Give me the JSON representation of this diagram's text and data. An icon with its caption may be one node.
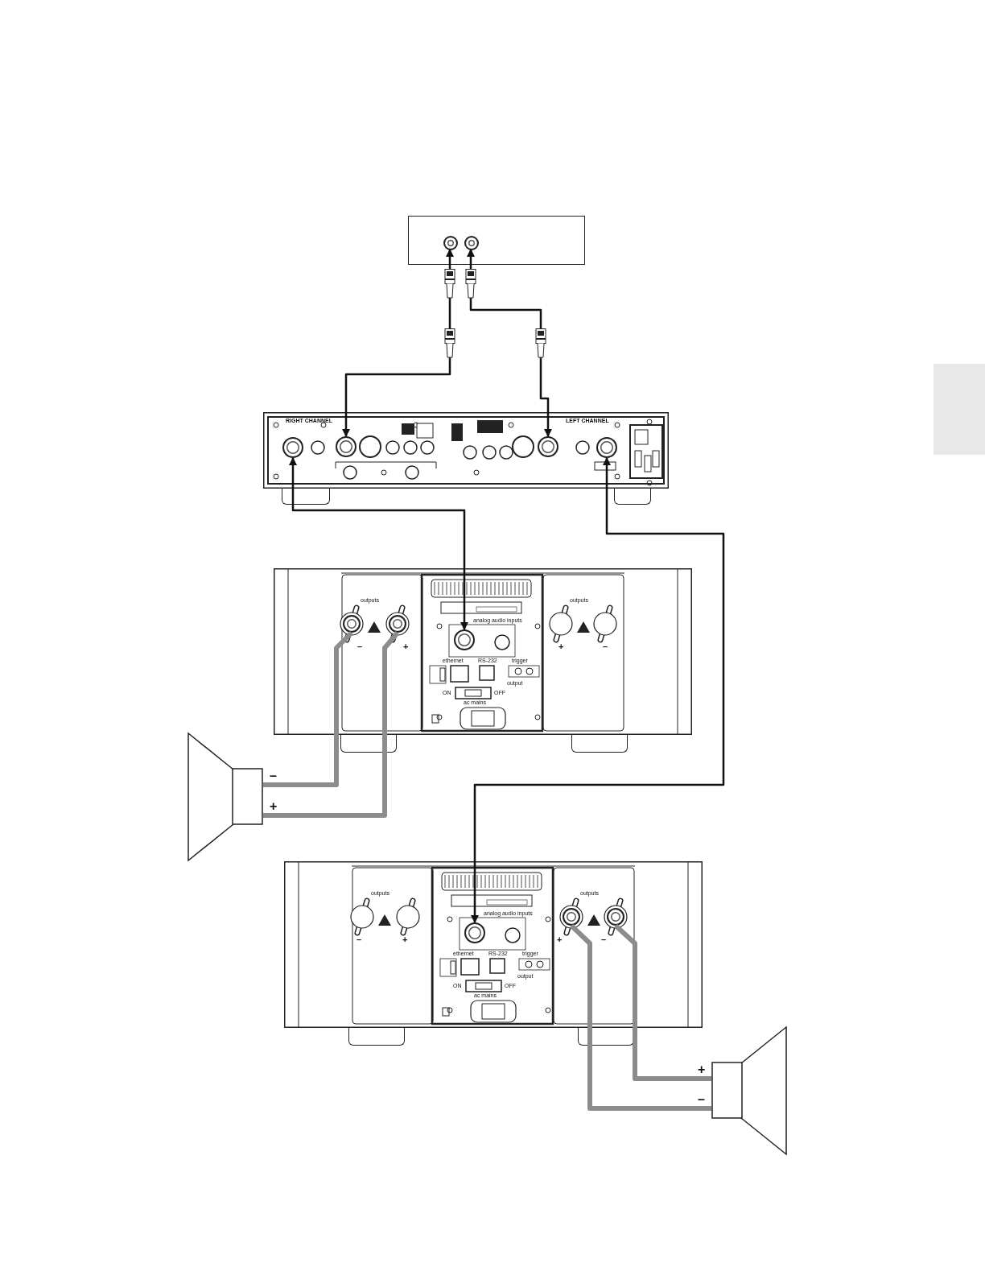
{
  "diagram": {
    "nodes": [
      {
        "text": [],
        "shape": "box"
      },
      {
        "text": [],
        "shape": "circle",
        "in": 0
      },
      {
        "text": [],
        "shape": "circle",
        "in": 0
      },
      {
        "text": [],
        "shape": "picture"
      },
      {
        "text": [],
        "shape": "circle",
        "in": 3
      },
      {
        "text": [],
        "shape": "circle",
        "in": 3
      },
      {
        "text": [],
        "shape": "circle",
        "in": 3
      },
      {
        "text": [],
        "shape": "circle",
        "in": 3
      },
      {
        "text": [],
        "shape": "picture"
      },
      {
        "text": [],
        "shape": "circle",
        "in": 8
      },
      {
        "text": [],
        "shape": "circle",
        "in": 8
      },
      {
        "text": [],
        "shape": "circle",
        "in": 8
      },
      {
        "text": [],
        "shape": "picture"
      },
      {
        "text": [],
        "shape": "circle",
        "in": 12
      },
      {
        "text": [],
        "shape": "circle",
        "in": 12
      },
      {
        "text": [],
        "shape": "circle",
        "in": 12
      },
      {
        "text": [],
        "shape": "speaker"
      },
      {
        "text": [],
        "shape": "speaker"
      }
    ],
    "edges": [
      {
        "from": 1,
        "to": 5,
        "arrow": "both"
      },
      {
        "from": 2,
        "to": 6,
        "arrow": "both"
      },
      {
        "from": 4,
        "to": 11,
        "arrow": "both"
      },
      {
        "from": 7,
        "to": 13,
        "arrow": "both"
      },
      {
        "from": 9,
        "to": 16,
        "arrow": "none",
        "style": "thick",
        "color": "#8c8c8c"
      },
      {
        "from": 10,
        "to": 16,
        "arrow": "none",
        "style": "thick",
        "color": "#8c8c8c"
      },
      {
        "from": 14,
        "to": 17,
        "arrow": "none",
        "style": "thick",
        "color": "#8c8c8c"
      },
      {
        "from": 15,
        "to": 17,
        "arrow": "none",
        "style": "thick",
        "color": "#8c8c8c"
      }
    ],
    "labels": [
      "RIGHT CHANNEL",
      "LEFT CHANNEL",
      "outputs",
      "outputs",
      "–",
      "+",
      "+",
      "–",
      "analog audio inputs",
      "ethernet",
      "RS-232",
      "trigger",
      "output",
      "ON",
      "OFF",
      "ac mains",
      "–",
      "+",
      "outputs",
      "outputs",
      "–",
      "+",
      "+",
      "–",
      "analog audio inputs",
      "ethernet",
      "RS-232",
      "trigger",
      "output",
      "ON",
      "OFF",
      "ac mains",
      "+",
      "–"
    ]
  }
}
